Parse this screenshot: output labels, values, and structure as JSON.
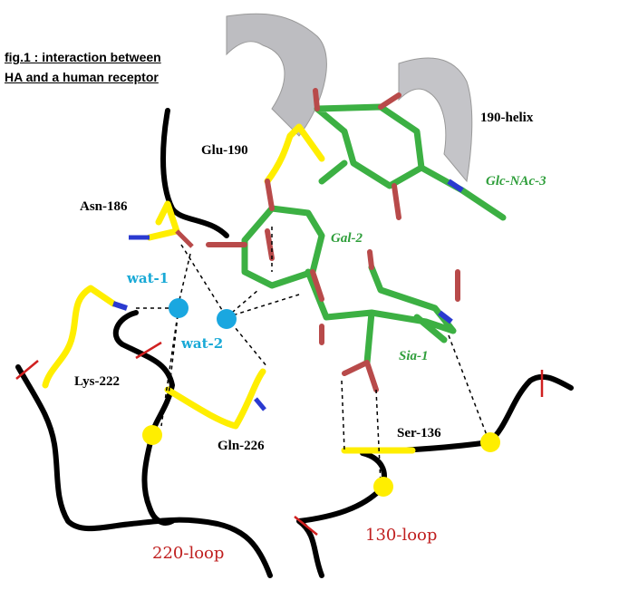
{
  "title": {
    "line1": "fig.1 : interaction between",
    "line2": "HA and a human receptor"
  },
  "labels": {
    "helix": "190-helix",
    "glu190": "Glu-190",
    "glcnac3": "Glc-NAc-3",
    "asn186": "Asn-186",
    "gal2": "Gal-2",
    "wat1": "wat-1",
    "wat2": "wat-2",
    "sia1": "Sia-1",
    "lys222": "Lys-222",
    "gln226": "Gln-226",
    "ser136": "Ser-136",
    "loop220": "220-loop",
    "loop130": "130-loop"
  },
  "colors": {
    "backbone": "#000000",
    "residue": "#ffee00",
    "ligand": "#3cb043",
    "oxygen": "#b84a4a",
    "nitrogen": "#2a3ad0",
    "water": "#1aa7e0",
    "hbond": "#000000",
    "cut": "#d02020",
    "helix": "#b8b8bc"
  }
}
